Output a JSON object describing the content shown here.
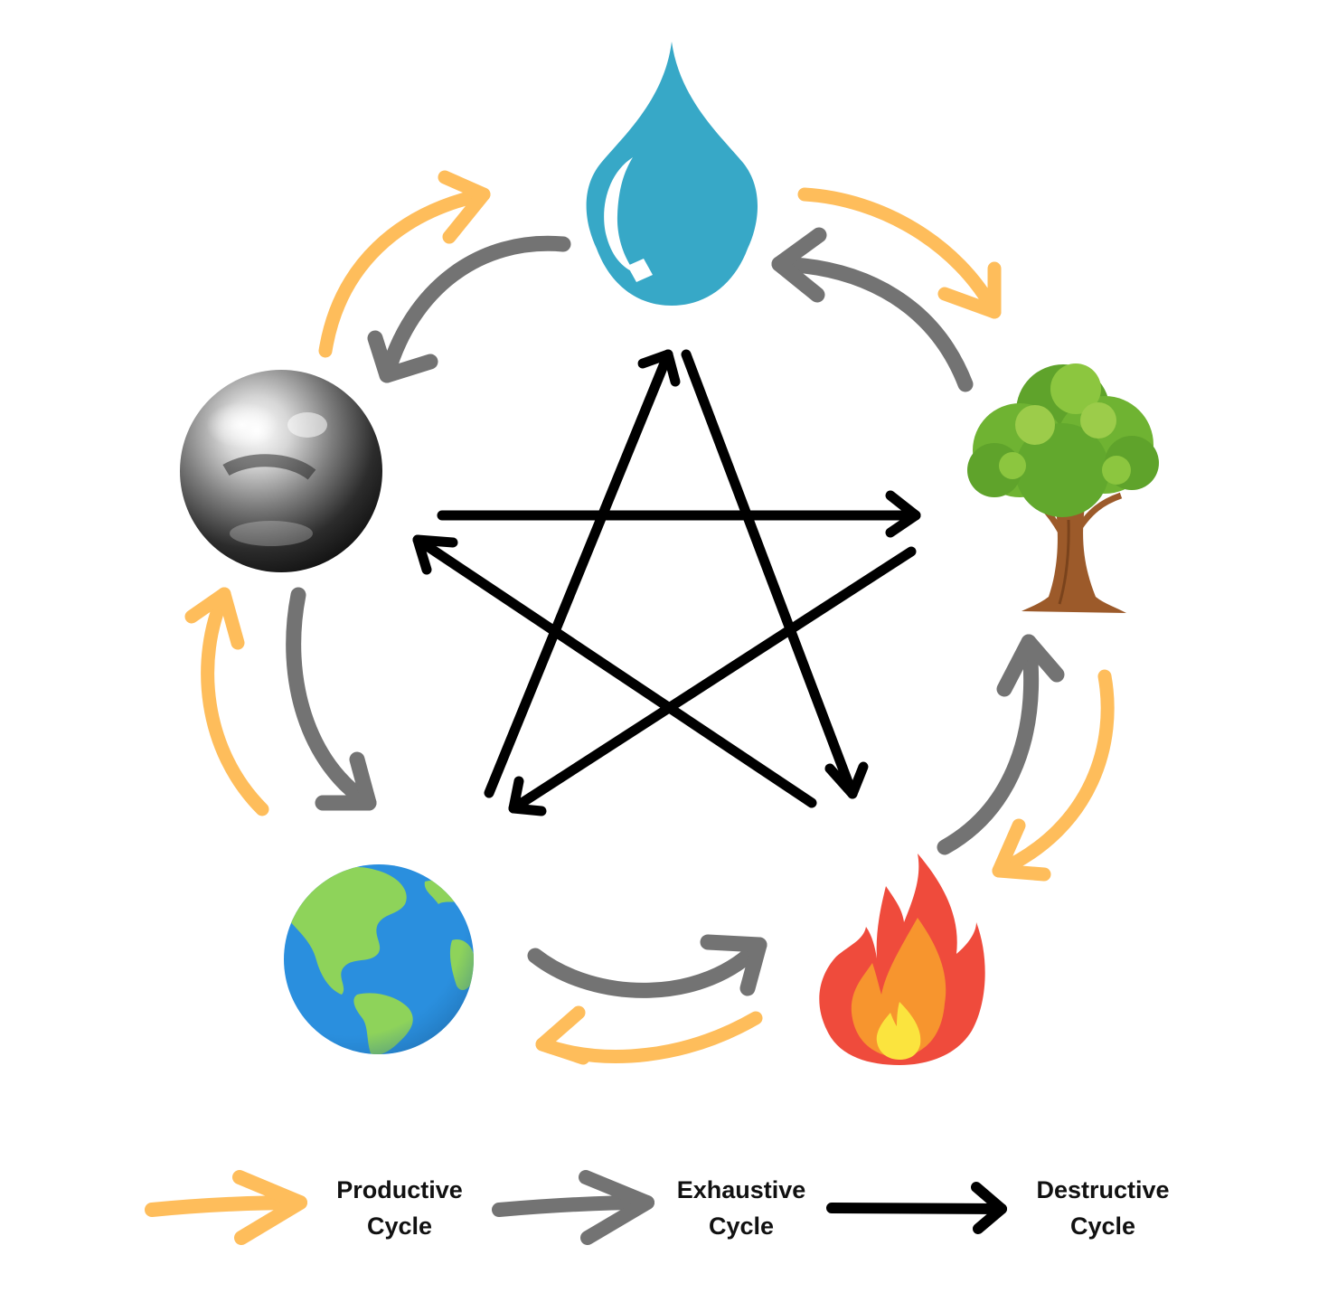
{
  "colors": {
    "productive": "#FEBD5B",
    "exhaustive": "#737373",
    "destructive": "#000000",
    "water": "#37A8C7",
    "fire_outer": "#EF4B3C",
    "fire_middle": "#F7952E",
    "fire_inner": "#FBE43E",
    "earth_ocean": "#2A8FDE",
    "earth_land": "#8ED35A",
    "tree_leaves": "#6FB332",
    "tree_trunk": "#9C5A2A",
    "metal": "#8C8C8C"
  },
  "elements": [
    {
      "id": "water",
      "icon": "water-drop-icon"
    },
    {
      "id": "wood",
      "icon": "tree-icon"
    },
    {
      "id": "fire",
      "icon": "flame-icon"
    },
    {
      "id": "earth",
      "icon": "globe-icon"
    },
    {
      "id": "metal",
      "icon": "metal-sphere-icon"
    }
  ],
  "cycles": {
    "productive": [
      "water",
      "wood",
      "fire",
      "earth",
      "metal",
      "water"
    ],
    "exhaustive": [
      "water",
      "metal",
      "earth",
      "fire",
      "wood",
      "water"
    ],
    "destructive": [
      "water",
      "fire",
      "metal",
      "wood",
      "earth",
      "water"
    ]
  },
  "legend": {
    "productive": {
      "line1": "Productive",
      "line2": "Cycle"
    },
    "exhaustive": {
      "line1": "Exhaustive",
      "line2": "Cycle"
    },
    "destructive": {
      "line1": "Destructive",
      "line2": "Cycle"
    }
  }
}
